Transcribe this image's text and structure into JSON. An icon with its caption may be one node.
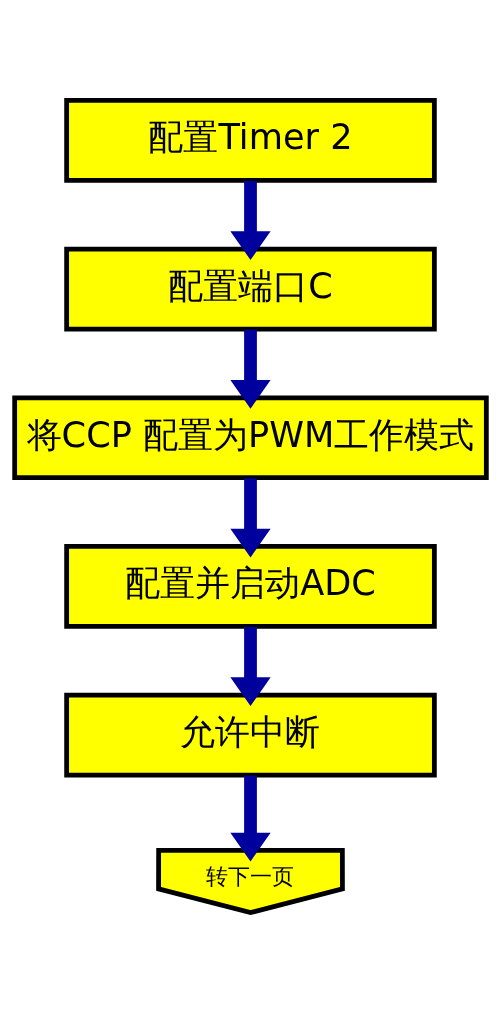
{
  "diagram": {
    "nodes": [
      {
        "text": [
          "配置Timer 2"
        ]
      },
      {
        "text": [
          "配置端口C"
        ]
      },
      {
        "text": [
          "将CCP 配置为PWM工作模式"
        ]
      },
      {
        "text": [
          "配置并启动ADC"
        ]
      },
      {
        "text": [
          "允许中断"
        ]
      },
      {
        "text": [
          "转下一页"
        ]
      }
    ],
    "edges": [
      {
        "from": 0,
        "to": 1,
        "arrow": "to"
      },
      {
        "from": 1,
        "to": 2,
        "arrow": "to"
      },
      {
        "from": 2,
        "to": 3,
        "arrow": "to"
      },
      {
        "from": 3,
        "to": 4,
        "arrow": "to"
      },
      {
        "from": 4,
        "to": 5,
        "arrow": "to"
      }
    ]
  }
}
